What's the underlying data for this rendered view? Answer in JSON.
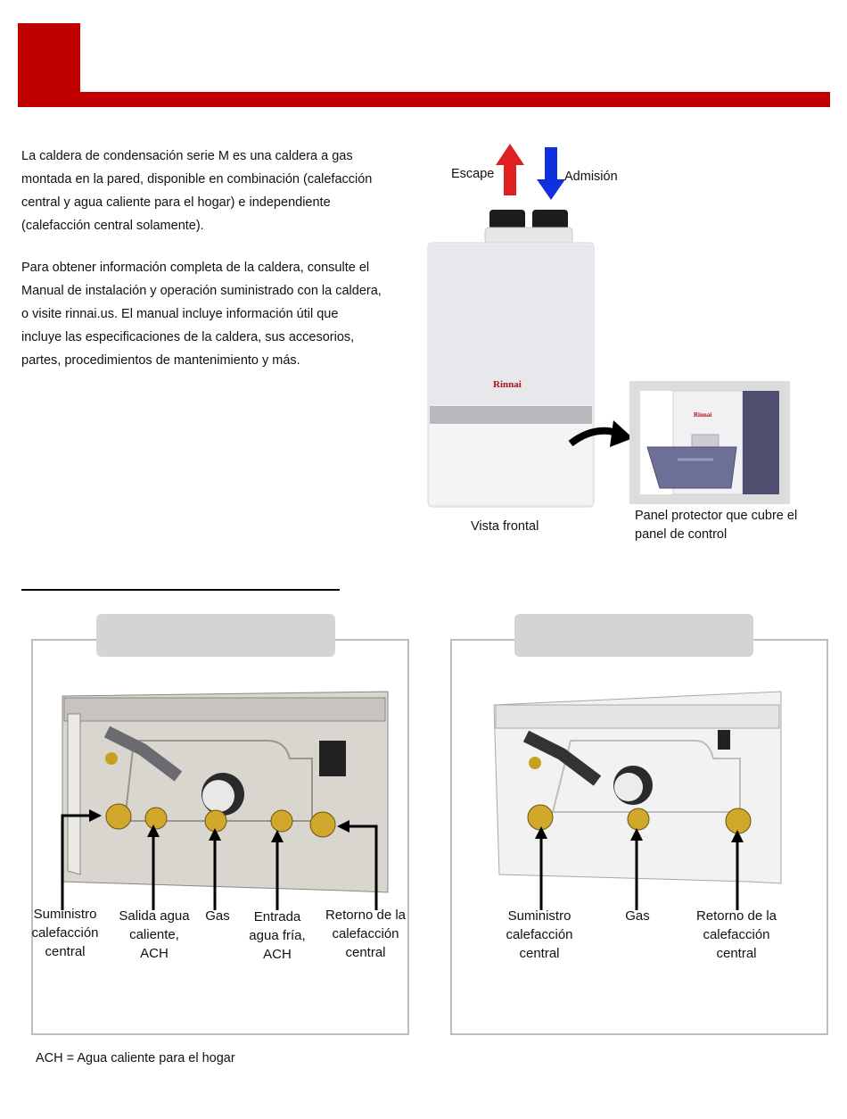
{
  "intro": {
    "paragraph1": [
      "La caldera de condensación serie M es una caldera a gas",
      "montada en la pared, disponible en combinación (calefacción",
      "central y agua caliente para el hogar) e independiente",
      "(calefacción central solamente)."
    ],
    "paragraph2": [
      "Para obtener información completa de la caldera, consulte el",
      "Manual de instalación y operación suministrado con la caldera,",
      "o visite rinnai.us. El manual incluye información útil que",
      "incluye las especificaciones de la caldera, sus accesorios,",
      "partes, procedimientos de mantenimiento y más."
    ]
  },
  "boiler_figure": {
    "exhaust_label": "Escape",
    "intake_label": "Admisión",
    "brand": "Rinnai",
    "front_view_label": "Vista frontal",
    "panel_caption": [
      "Panel protector que cubre el",
      "panel de control"
    ],
    "inset_brand": "Rinnai"
  },
  "connections_left": {
    "labels": [
      [
        "Suministro",
        "calefacción",
        "central"
      ],
      [
        "Salida agua",
        "caliente,",
        "ACH"
      ],
      [
        "Gas"
      ],
      [
        "Entrada",
        "agua fría,",
        "ACH"
      ],
      [
        "Retorno de la",
        "calefacción",
        "central"
      ]
    ]
  },
  "connections_right": {
    "labels": [
      [
        "Suministro",
        "calefacción",
        "central"
      ],
      [
        "Gas"
      ],
      [
        "Retorno de la",
        "calefacción",
        "central"
      ]
    ]
  },
  "footnote": "ACH = Agua caliente para el hogar",
  "colors": {
    "accent_red": "#c00000",
    "exhaust_arrow": "#e02020",
    "intake_arrow": "#1030e0"
  }
}
